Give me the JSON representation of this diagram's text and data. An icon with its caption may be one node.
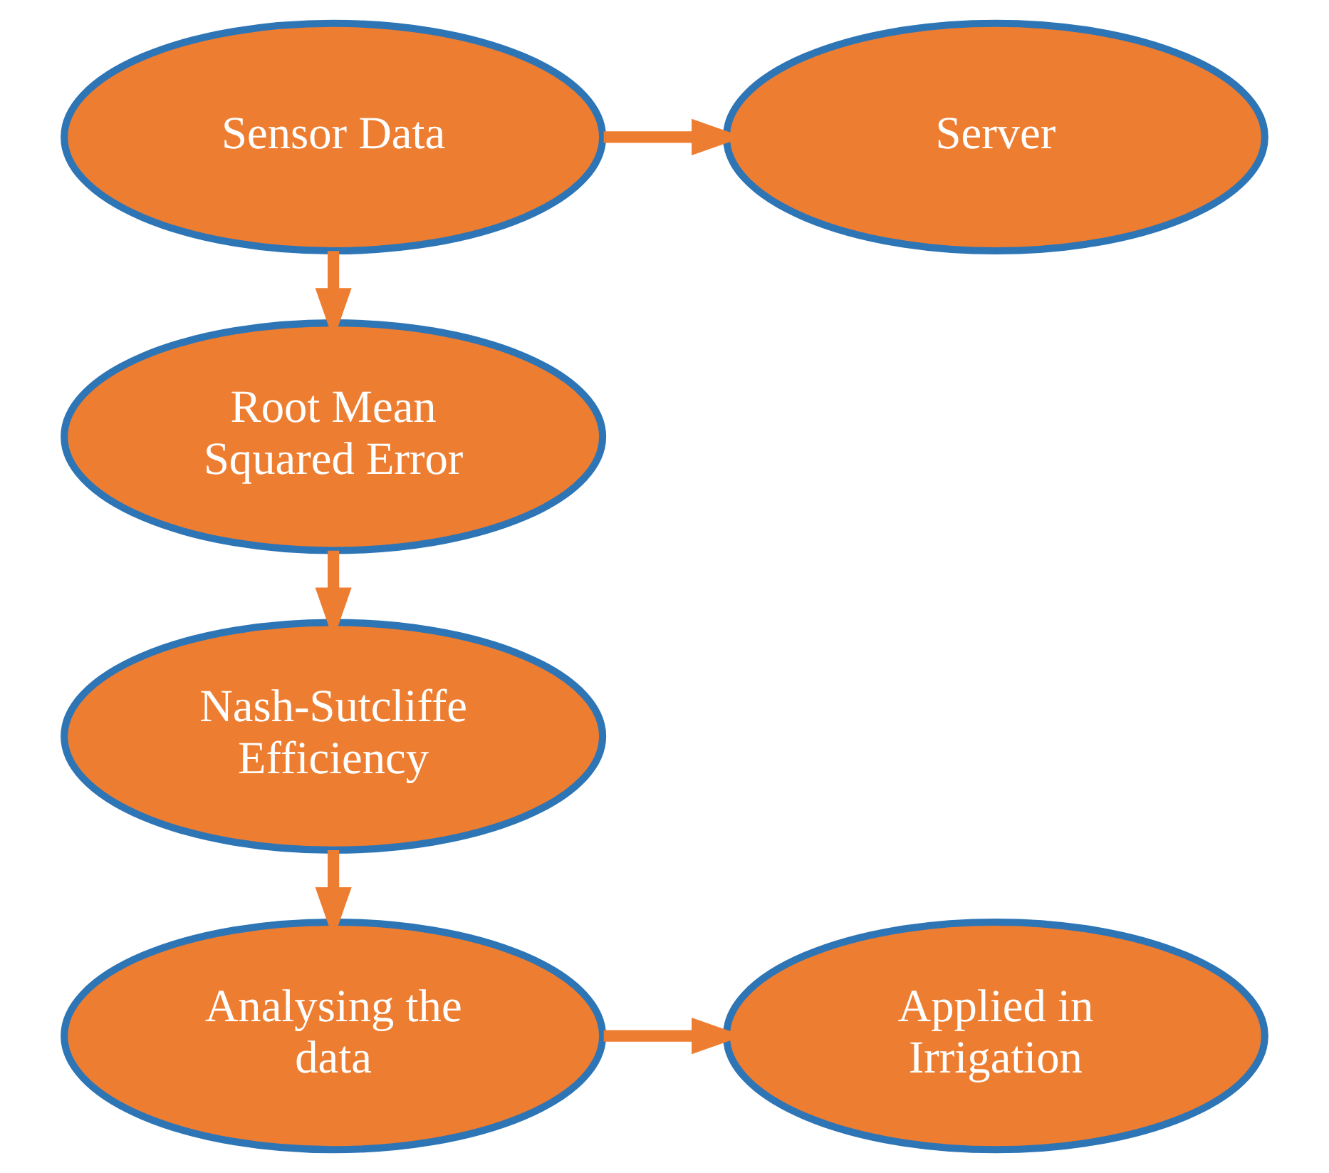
{
  "diagram": {
    "nodes": [
      {
        "text": [
          "Sensor Data"
        ]
      },
      {
        "text": [
          "Server"
        ]
      },
      {
        "text": [
          "Root Mean Squared Error"
        ]
      },
      {
        "text": [
          "Nash-Sutcliffe Efficiency"
        ]
      },
      {
        "text": [
          "Analysing the data"
        ]
      },
      {
        "text": [
          "Applied in Irrigation"
        ]
      }
    ],
    "edges": [
      {
        "from": 0,
        "to": 1,
        "arrow": "to"
      },
      {
        "from": 0,
        "to": 2,
        "arrow": "to"
      },
      {
        "from": 2,
        "to": 3,
        "arrow": "to"
      },
      {
        "from": 3,
        "to": 4,
        "arrow": "to"
      },
      {
        "from": 4,
        "to": 5,
        "arrow": "to"
      }
    ]
  }
}
